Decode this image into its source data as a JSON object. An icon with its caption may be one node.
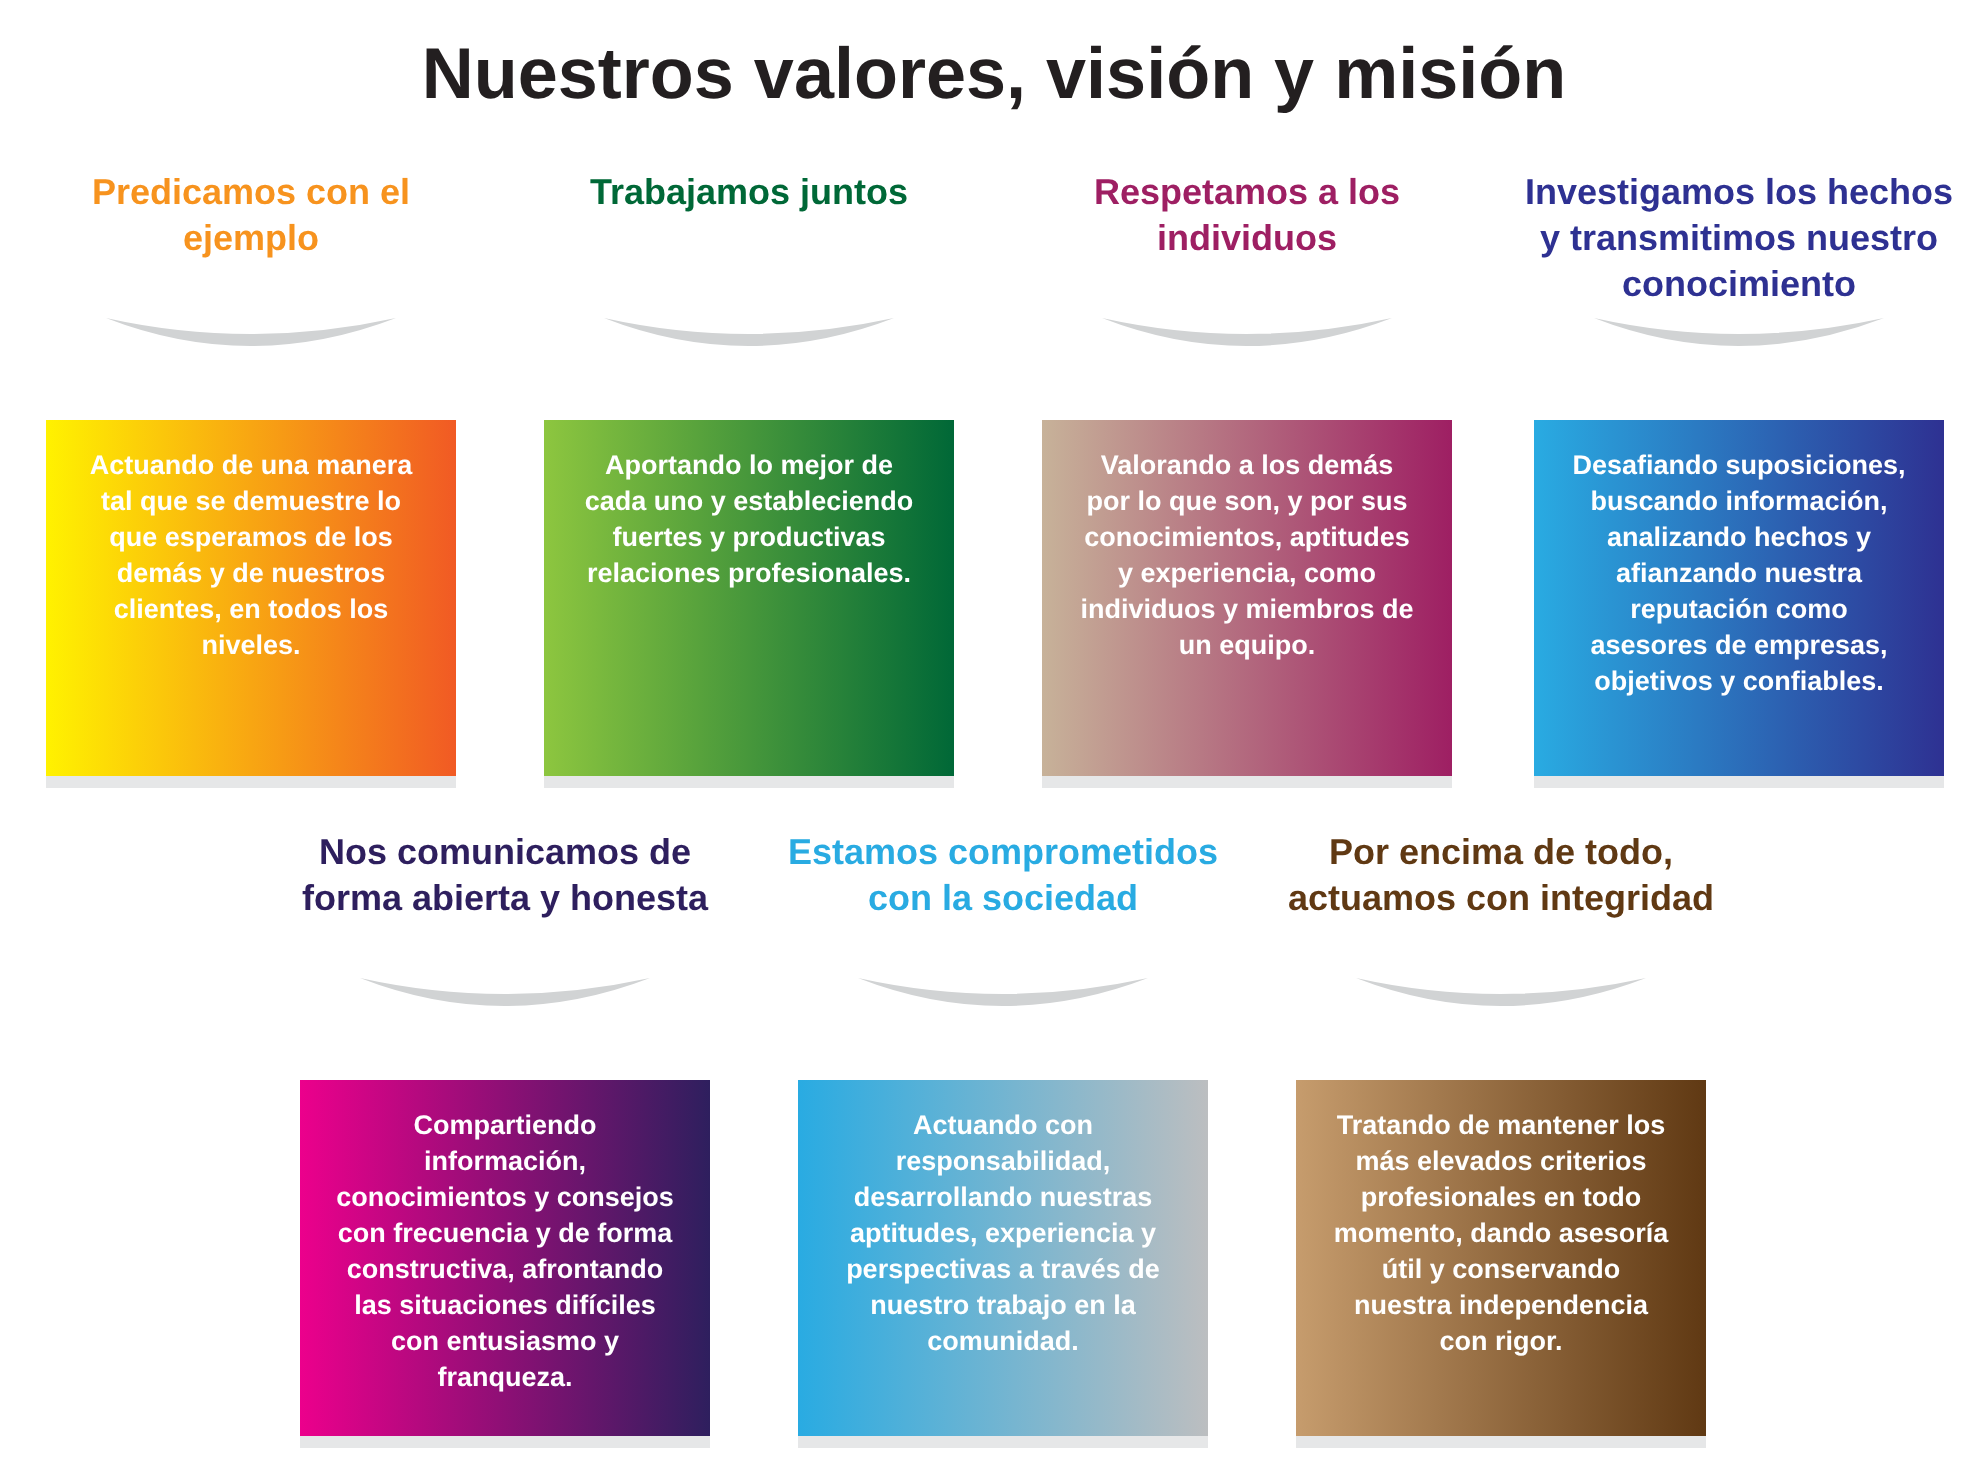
{
  "diagram": {
    "title": "Nuestros valores, visión y misión",
    "nodes": [
      {
        "text": [
          "Predicamos con el ejemplo",
          "Actuando de una manera tal que se demuestre lo que esperamos de los demás y de nuestros clientes, en todos los niveles."
        ]
      },
      {
        "text": [
          "Trabajamos juntos",
          "Aportando lo mejor de cada uno y estableciendo fuertes y productivas relaciones profesionales."
        ]
      },
      {
        "text": [
          "Respetamos a los individuos",
          "Valorando a los demás por lo que son, y por sus conocimientos, aptitudes y experiencia, como individuos y miembros de un equipo."
        ]
      },
      {
        "text": [
          "Investigamos los hechos y transmitimos nuestro conocimiento",
          "Desafiando suposiciones, buscando información, analizando hechos y afianzando nuestra reputación como asesores de empresas, objetivos y confiables."
        ]
      },
      {
        "text": [
          "Nos comunicamos de forma abierta y honesta",
          "Compartiendo información, conocimientos y consejos con frecuencia y de forma constructiva, afrontando las situaciones difíciles con entusiasmo y franqueza."
        ]
      },
      {
        "text": [
          "Estamos comprometidos con la sociedad",
          "Actuando con responsabilidad, desarrollando nuestras aptitudes, experiencia y perspectivas a través de nuestro trabajo en la comunidad."
        ]
      },
      {
        "text": [
          "Por encima de todo, actuamos con integridad",
          "Tratando de mantener los más elevados criterios profesionales en todo momento, dando asesoría útil y conservando nuestra independencia con rigor."
        ]
      }
    ]
  }
}
